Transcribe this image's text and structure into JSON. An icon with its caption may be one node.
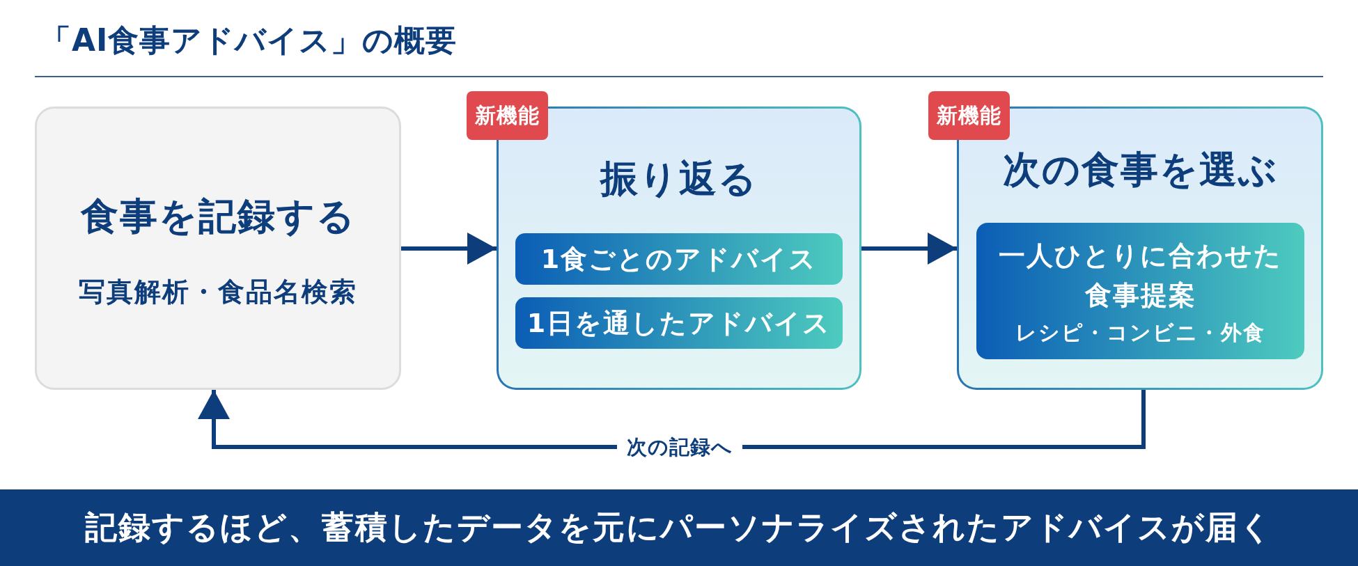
{
  "diagram": {
    "title": "「AI食事アドバイス」の概要",
    "nodes": [
      {
        "text": [
          "食事を記録する",
          "写真解析・食品名検索"
        ]
      },
      {
        "text": [
          "新機能"
        ]
      },
      {
        "text": [
          "振り返る"
        ]
      },
      {
        "text": [
          "1食ごとのアドバイス"
        ],
        "in": 2
      },
      {
        "text": [
          "1日を通したアドバイス"
        ],
        "in": 2
      },
      {
        "text": [
          "新機能"
        ]
      },
      {
        "text": [
          "次の食事を選ぶ"
        ]
      },
      {
        "text": [
          "一人ひとりに合わせた食事提案",
          "レシピ・コンビニ・外食"
        ],
        "in": 6
      },
      {
        "text": [
          "記録するほど、蓄積したデータを元にパーソナライズされたアドバイスが届く"
        ]
      }
    ],
    "edges": [
      {
        "from": 0,
        "to": 2,
        "arrow": "to"
      },
      {
        "from": 2,
        "to": 6,
        "arrow": "to"
      },
      {
        "from": 6,
        "to": 0,
        "arrow": "to",
        "label": "次の記録へ"
      }
    ]
  }
}
